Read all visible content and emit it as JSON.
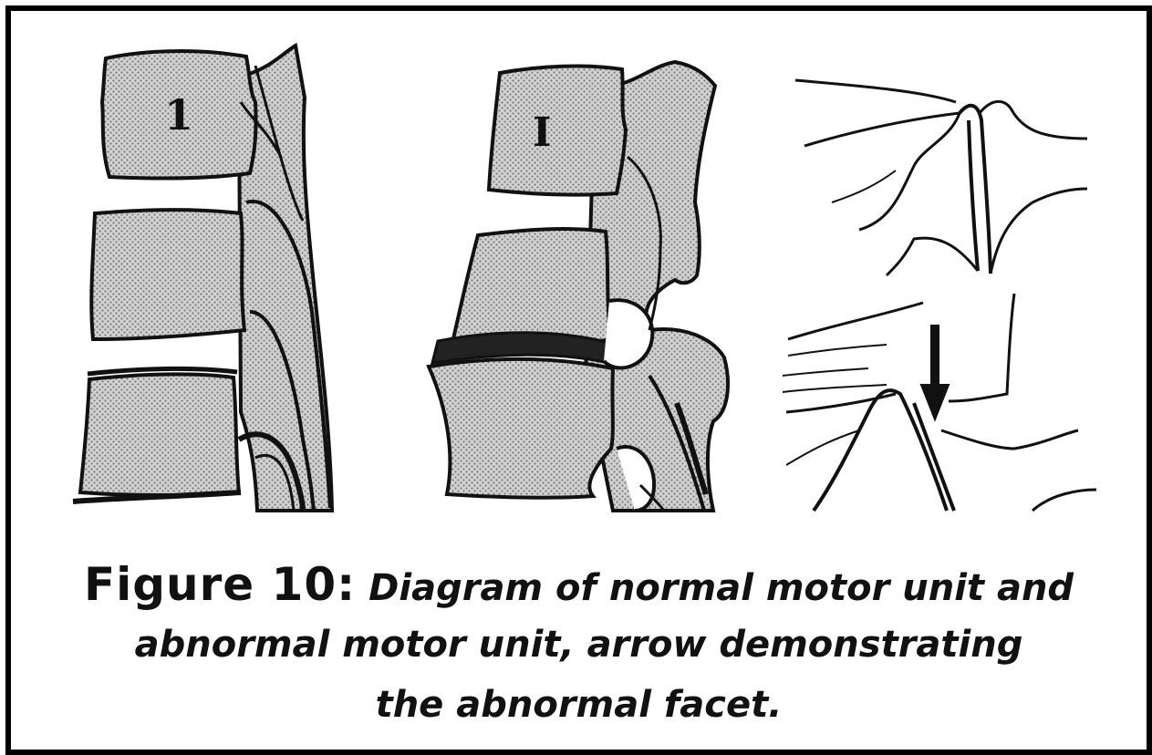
{
  "figure": {
    "label": "Figure 10:",
    "caption_line_1": "Diagram of normal motor unit and",
    "caption_line_2": "abnormal motor unit, arrow demonstrating",
    "caption_line_3": "the abnormal facet."
  },
  "panels": {
    "normal": {
      "vertebra_label": "1"
    },
    "abnormal": {
      "vertebra_label": "I"
    }
  },
  "colors": {
    "border": "#000000",
    "ink": "#111111",
    "bone_fill": "#c8c8c8",
    "background": "#ffffff"
  }
}
